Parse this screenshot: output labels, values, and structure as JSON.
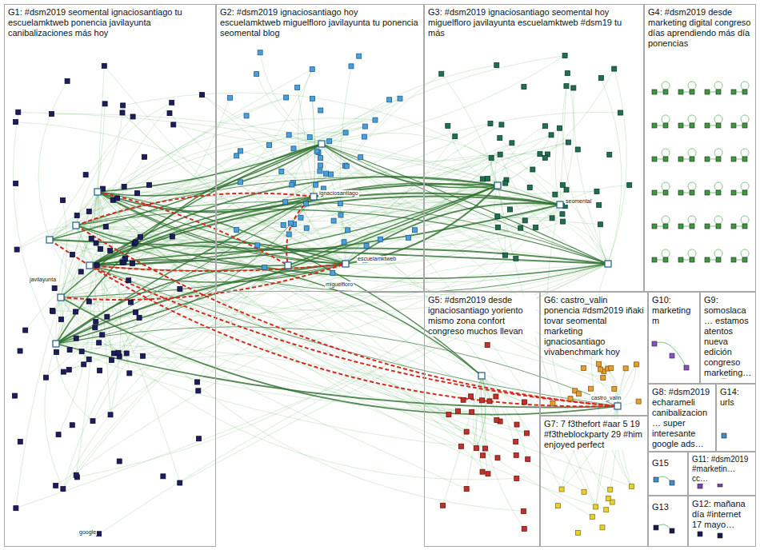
{
  "diagram": {
    "nodes": [
      {
        "text": [
          "G1: #dsm2019 seomental ignaciosantiago tu escuelamktweb ponencia javilayunta canibalizaciones más hoy"
        ]
      },
      {
        "text": [
          "G2: #dsm2019 ignaciosantiago hoy escuelamktweb miguelfloro javilayunta tu ponencia seomental blog"
        ]
      },
      {
        "text": [
          "G3: #dsm2019 ignaciosantiago seomental hoy miguelfloro javilayunta escuelamktweb #dsm19 tu más"
        ]
      },
      {
        "text": [
          "G4: #dsm2019 desde marketing digital congreso días aprendiendo más día ponencias"
        ]
      },
      {
        "text": [
          "G5: #dsm2019 desde ignaciosantiago yoriento mismo zona confort congreso muchos llevan"
        ]
      },
      {
        "text": [
          "G6: castro_valin ponencia #dsm2019 iñaki tovar seomental marketing ignaciosantiago vivabenchmark hoy"
        ]
      },
      {
        "text": [
          "G7: 7 f3thefort #aar 5 19 #f3theblockparty 29 #him enjoyed perfect"
        ]
      },
      {
        "text": [
          "G8: #dsm2019 echarameli canibalizacion… super interesante google ads…"
        ]
      },
      {
        "text": [
          "G9: somoslaca… estamos atentos nueva edición congreso marketing…"
        ]
      },
      {
        "text": [
          "G10: marketing m"
        ]
      },
      {
        "text": [
          "G11: #dsm2019 #marketin… cc…"
        ]
      },
      {
        "text": [
          "G12: mañana día #internet 17 mayo…"
        ]
      },
      {
        "text": [
          "G13"
        ]
      },
      {
        "text": [
          "G14: urls"
        ]
      },
      {
        "text": [
          "G15"
        ]
      }
    ],
    "labels": [
      "ignaciosantiago",
      "escuelamktweb",
      "miguelfloro",
      "javilayunta",
      "seomental",
      "castro_valin",
      "google"
    ]
  }
}
